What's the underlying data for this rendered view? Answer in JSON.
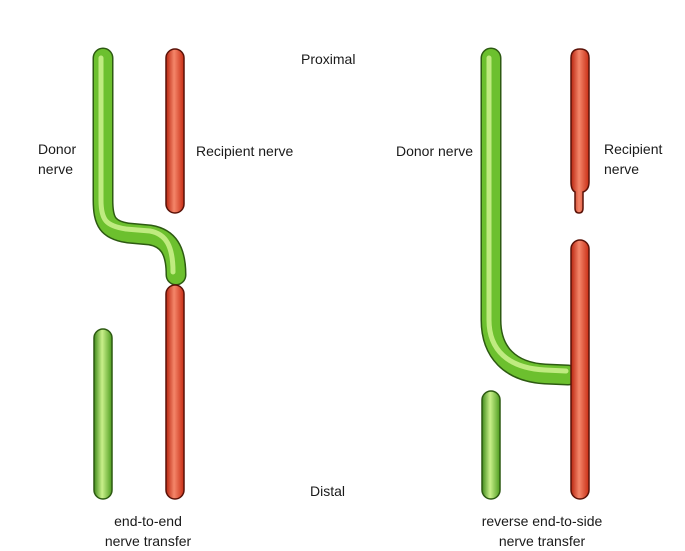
{
  "labels": {
    "proximal": "Proximal",
    "distal": "Distal"
  },
  "left_panel": {
    "donor_label_line1": "Donor",
    "donor_label_line2": "nerve",
    "recipient_label": "Recipient nerve",
    "caption_line1": "end-to-end",
    "caption_line2": "nerve transfer"
  },
  "right_panel": {
    "donor_label": "Donor nerve",
    "recipient_label_line1": "Recipient",
    "recipient_label_line2": "nerve",
    "caption_line1": "reverse end-to-side",
    "caption_line2": "nerve transfer"
  },
  "colors": {
    "donor_fill": "#6cc02e",
    "donor_highlight": "#c9f08a",
    "donor_edge": "#2d5a12",
    "recipient_fill": "#dd3a1e",
    "recipient_highlight": "#f4866a",
    "recipient_edge": "#5a1208"
  }
}
